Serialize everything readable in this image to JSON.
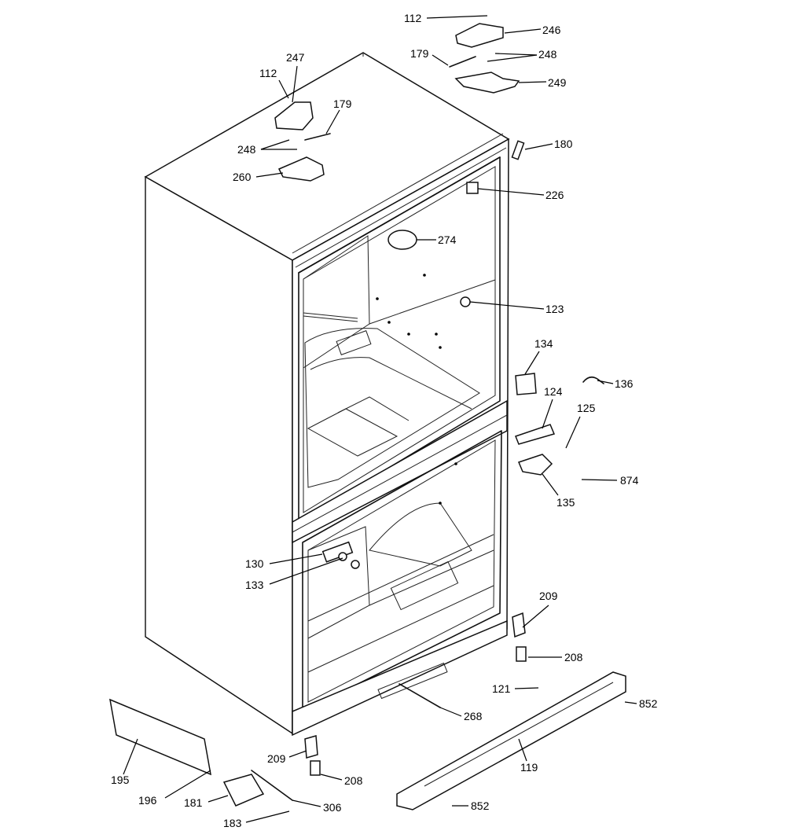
{
  "diagram": {
    "callouts": [
      {
        "id": "c112a",
        "text": "112"
      },
      {
        "id": "c246",
        "text": "246"
      },
      {
        "id": "c179a",
        "text": "179"
      },
      {
        "id": "c248a",
        "text": "248"
      },
      {
        "id": "c249",
        "text": "249"
      },
      {
        "id": "c247",
        "text": "247"
      },
      {
        "id": "c112b",
        "text": "112"
      },
      {
        "id": "c179b",
        "text": "179"
      },
      {
        "id": "c248b",
        "text": "248"
      },
      {
        "id": "c260",
        "text": "260"
      },
      {
        "id": "c180",
        "text": "180"
      },
      {
        "id": "c226",
        "text": "226"
      },
      {
        "id": "c274",
        "text": "274"
      },
      {
        "id": "c123",
        "text": "123"
      },
      {
        "id": "c134",
        "text": "134"
      },
      {
        "id": "c136",
        "text": "136"
      },
      {
        "id": "c124",
        "text": "124"
      },
      {
        "id": "c125",
        "text": "125"
      },
      {
        "id": "c874",
        "text": "874"
      },
      {
        "id": "c135",
        "text": "135"
      },
      {
        "id": "c130",
        "text": "130"
      },
      {
        "id": "c133",
        "text": "133"
      },
      {
        "id": "c209a",
        "text": "209"
      },
      {
        "id": "c208a",
        "text": "208"
      },
      {
        "id": "c121",
        "text": "121"
      },
      {
        "id": "c852a",
        "text": "852"
      },
      {
        "id": "c268",
        "text": "268"
      },
      {
        "id": "c119",
        "text": "119"
      },
      {
        "id": "c209b",
        "text": "209"
      },
      {
        "id": "c208b",
        "text": "208"
      },
      {
        "id": "c195",
        "text": "195"
      },
      {
        "id": "c196",
        "text": "196"
      },
      {
        "id": "c181",
        "text": "181"
      },
      {
        "id": "c306",
        "text": "306"
      },
      {
        "id": "c183",
        "text": "183"
      },
      {
        "id": "c852b",
        "text": "852"
      }
    ]
  }
}
